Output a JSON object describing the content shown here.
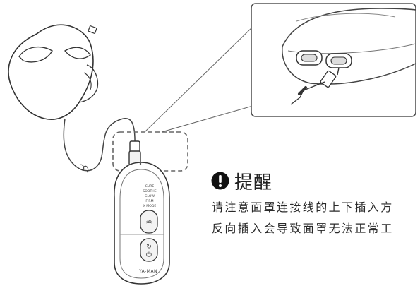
{
  "device": {
    "modes": [
      "CURE",
      "SOOTHE",
      "GLOW",
      "FIRM",
      "X MODE"
    ],
    "brand": "YA-MAN"
  },
  "notice": {
    "icon": "exclamation-icon",
    "title": "提醒",
    "line1": "请注意面罩连接线的上下插入方",
    "line2": "反向插入会导致面罩无法正常工"
  }
}
